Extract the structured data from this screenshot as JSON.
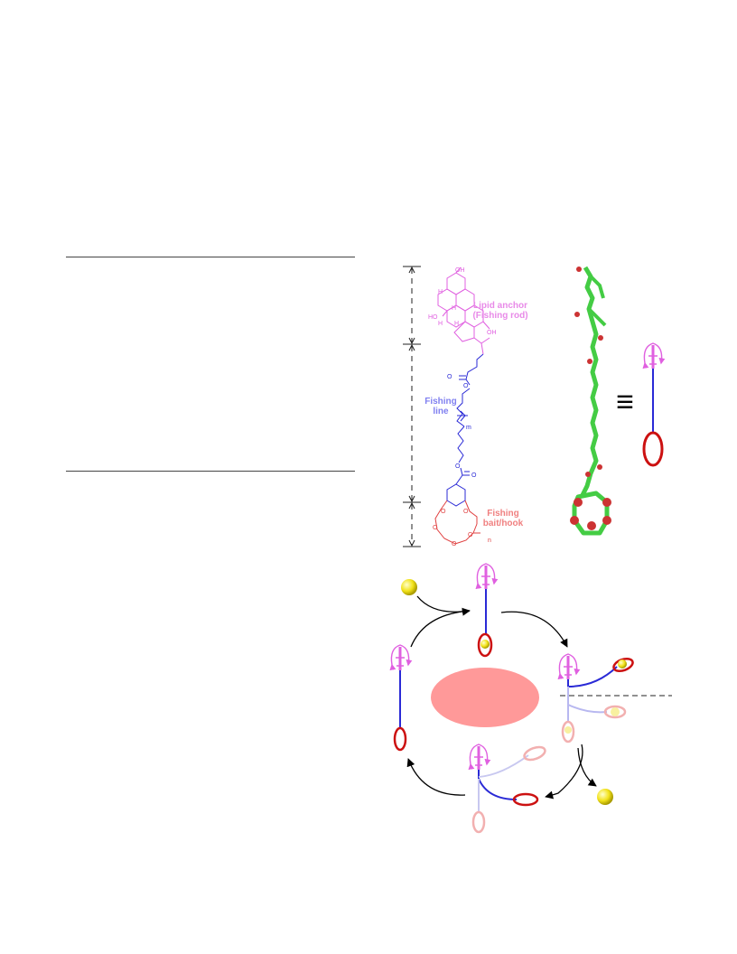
{
  "colors": {
    "lipid": "#e060e0",
    "line": "#2a2ad6",
    "bait": "#e04040",
    "ring": "#cc1111",
    "membrane": "#ff9999",
    "guest": "#f2e21a",
    "model_carbon": "#44cc44",
    "model_oxygen": "#cc3333"
  },
  "labels": {
    "lipid_anchor": "Lipid anchor",
    "fishing_rod": "(Fishing rod)",
    "fishing": "Fishing",
    "line": "line",
    "bait_hook": "bait/hook",
    "equivalence": "≡"
  },
  "atoms": {
    "oh": "OH",
    "ho": "HO",
    "h": "H",
    "o": "O",
    "m": "m",
    "n": "n"
  }
}
